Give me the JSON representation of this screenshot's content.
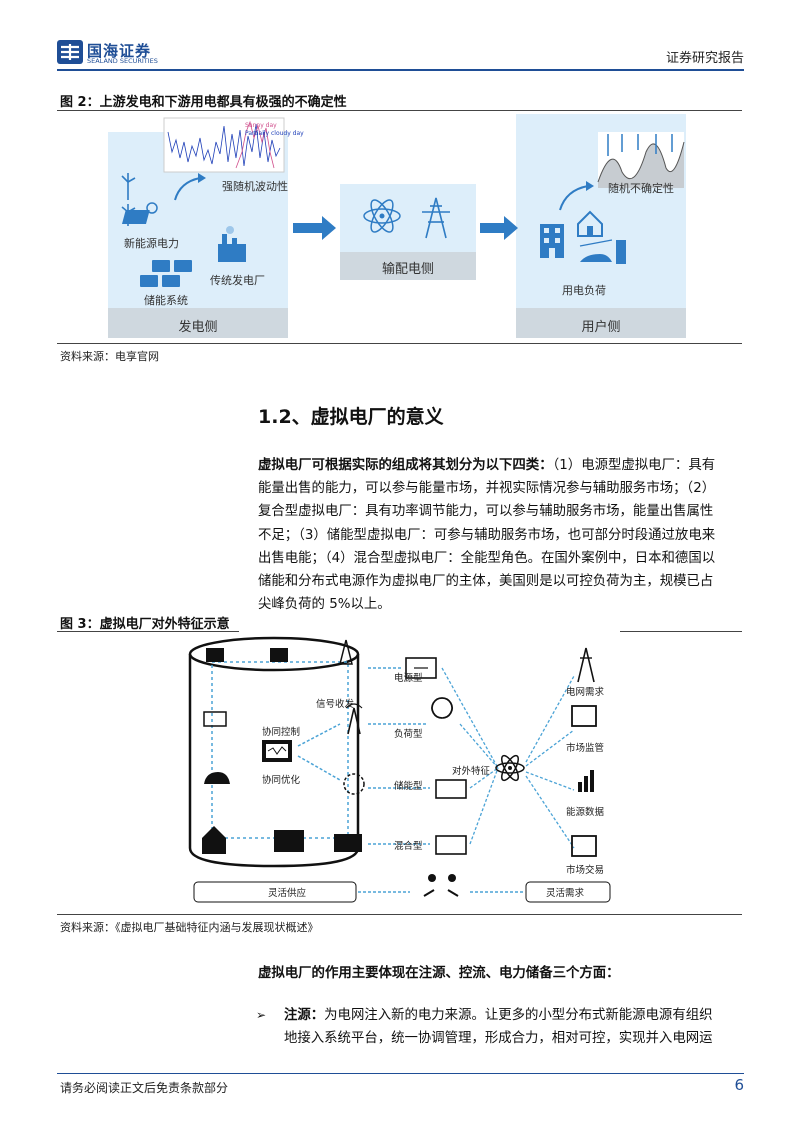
{
  "header": {
    "logo_cn": "国海证券",
    "logo_en": "SEALAND SECURITIES",
    "report_type": "证券研究报告"
  },
  "figure2": {
    "title": "图 2：上游发电和下游用电都具有极强的不确定性",
    "panels": {
      "generation": "发电侧",
      "transmission": "输配电侧",
      "user": "用户侧"
    },
    "labels": {
      "volatility": "强随机波动性",
      "new_energy": "新能源电力",
      "storage": "储能系统",
      "traditional": "传统发电厂",
      "uncertainty": "随机不确定性",
      "load": "用电负荷"
    },
    "chart_legend": [
      "Sunny day",
      "Partially cloudy day"
    ],
    "source": "资料来源：电享官网"
  },
  "section": {
    "heading": "1.2、虚拟电厂的意义"
  },
  "para1": {
    "lead": "虚拟电厂可根据实际的组成将其划分为以下四类：",
    "body": "（1）电源型虚拟电厂：具有能量出售的能力，可以参与能量市场，并视实际情况参与辅助服务市场；（2）复合型虚拟电厂：具有功率调节能力，可以参与辅助服务市场，能量出售属性不足；（3）储能型虚拟电厂：可参与辅助服务市场，也可部分时段通过放电来出售电能；（4）混合型虚拟电厂：全能型角色。在国外案例中，日本和德国以储能和分布式电源作为虚拟电厂的主体，美国则是以可控负荷为主，规模已占尖峰负荷的 5%以上。",
    "lines": [
      "能量出售的能力，可以参与能量市场，并视实际情况参与辅助服务市场；（2）",
      "复合型虚拟电厂：具有功率调节能力，可以参与辅助服务市场，能量出售属性",
      "不足；（3）储能型虚拟电厂：可参与辅助服务市场，也可部分时段通过放电来",
      "出售电能；（4）混合型虚拟电厂：全能型角色。在国外案例中，日本和德国以",
      "储能和分布式电源作为虚拟电厂的主体，美国则是以可控负荷为主，规模已占",
      "尖峰负荷的 5%以上。"
    ],
    "line1_tail": "（1）电源型虚拟电厂：具有"
  },
  "figure3": {
    "title": "图 3：虚拟电厂对外特征示意",
    "labels": {
      "signal": "信号收发",
      "coord_control": "协同控制",
      "coord_opt": "协同优化",
      "power_type": "电源型",
      "load_type": "负荷型",
      "storage_type": "储能型",
      "hybrid_type": "混合型",
      "external": "对外特征",
      "grid_demand": "电网需求",
      "market_monitor": "市场监管",
      "energy_data": "能源数据",
      "market_trade": "市场交易",
      "flex_supply": "灵活供应",
      "flex_demand": "灵活需求"
    },
    "source": "资料来源：《虚拟电厂基础特征内涵与发展现状概述》"
  },
  "para2": {
    "text": "虚拟电厂的作用主要体现在注源、控流、电力储备三个方面："
  },
  "bullet1": {
    "marker": "➢",
    "lead": "注源：",
    "line1": "为电网注入新的电力来源。让更多的小型分布式新能源电源有组织",
    "line2": "地接入系统平台，统一协调管理，形成合力，相对可控，实现并入电网运"
  },
  "footer": {
    "disclaimer": "请务必阅读正文后免责条款部分",
    "page": "6"
  }
}
